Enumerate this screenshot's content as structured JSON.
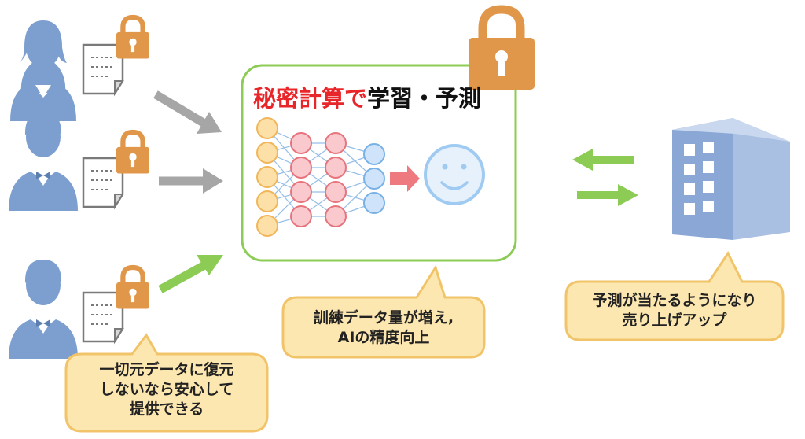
{
  "diagram": {
    "title_red": "秘密計算で",
    "title_black": "学習・予測",
    "callout_left_lines": [
      "一切元データに復元",
      "しないなら安心して",
      "提供できる"
    ],
    "callout_middle_lines": [
      "訓練データ量が増え,",
      "AIの精度向上"
    ],
    "callout_right_lines": [
      "予測が当たるようになり",
      "売り上げアップ"
    ]
  },
  "colors": {
    "person": "#7d9fcf",
    "lock": "#e0974a",
    "box_border": "#8ccc55",
    "callout_fill": "#fde7b0",
    "callout_border": "#f1c46a",
    "gray_arrow": "#a6a6a6",
    "green_arrow": "#8ccc55",
    "building": "#8aa7d6"
  }
}
